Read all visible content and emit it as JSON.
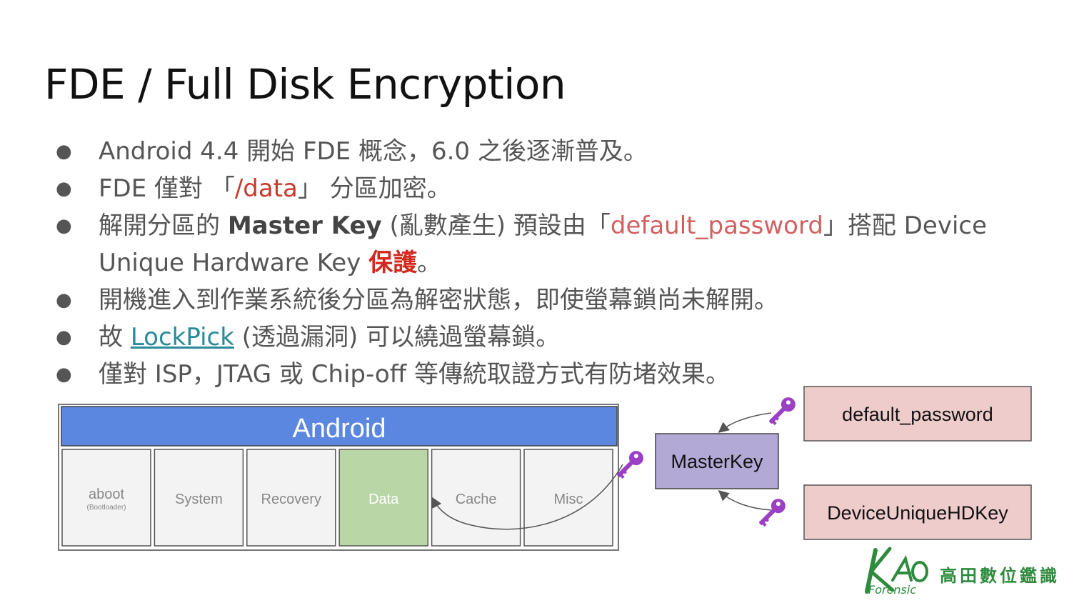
{
  "title": "FDE / Full Disk Encryption",
  "bullets": [
    {
      "segments": [
        {
          "text": "Android 4.4 開始 FDE 概念，6.0 之後逐漸普及。",
          "style": "normal"
        }
      ]
    },
    {
      "segments": [
        {
          "text": "FDE 僅對 「",
          "style": "normal"
        },
        {
          "text": "/data",
          "style": "red"
        },
        {
          "text": "」 分區加密。",
          "style": "normal"
        }
      ]
    },
    {
      "segments": [
        {
          "text": "解開分區的 ",
          "style": "normal"
        },
        {
          "text": "Master Key",
          "style": "bold"
        },
        {
          "text": " (亂數產生) 預設由「",
          "style": "normal"
        },
        {
          "text": "default_password",
          "style": "salmon"
        },
        {
          "text": "」搭配 Device Unique Hardware Key ",
          "style": "normal"
        },
        {
          "text": "保護",
          "style": "boldred"
        },
        {
          "text": "。",
          "style": "normal"
        }
      ]
    },
    {
      "segments": [
        {
          "text": "開機進入到作業系統後分區為解密狀態，即使螢幕鎖尚未解開。",
          "style": "normal"
        }
      ]
    },
    {
      "segments": [
        {
          "text": "故 ",
          "style": "normal"
        },
        {
          "text": "LockPick",
          "style": "link"
        },
        {
          "text": " (透過漏洞) 可以繞過螢幕鎖。",
          "style": "normal"
        }
      ]
    },
    {
      "segments": [
        {
          "text": "僅對 ISP，JTAG 或 Chip-off 等傳統取證方式有防堵效果。",
          "style": "normal"
        }
      ]
    }
  ],
  "diagram": {
    "android_label": "Android",
    "partitions": [
      {
        "label": "aboot",
        "sub": "(Bootloader)",
        "highlight": false
      },
      {
        "label": "System",
        "sub": "",
        "highlight": false
      },
      {
        "label": "Recovery",
        "sub": "",
        "highlight": false
      },
      {
        "label": "Data",
        "sub": "",
        "highlight": true
      },
      {
        "label": "Cache",
        "sub": "",
        "highlight": false
      },
      {
        "label": "Misc",
        "sub": "",
        "highlight": false
      }
    ],
    "master_key": "MasterKey",
    "default_password": "default_password",
    "device_key": "DeviceUniqueHDKey",
    "colors": {
      "android_bar": "#5b87e0",
      "partition_fill": "#f3f3f3",
      "data_fill": "#b9d6a6",
      "master_fill": "#b3a9d6",
      "key_box_fill": "#efcccc",
      "key_icon": "#9b3fc4"
    }
  },
  "logo": {
    "mark": "KAO",
    "name": "高田數位鑑識",
    "sub": "Forensic"
  }
}
